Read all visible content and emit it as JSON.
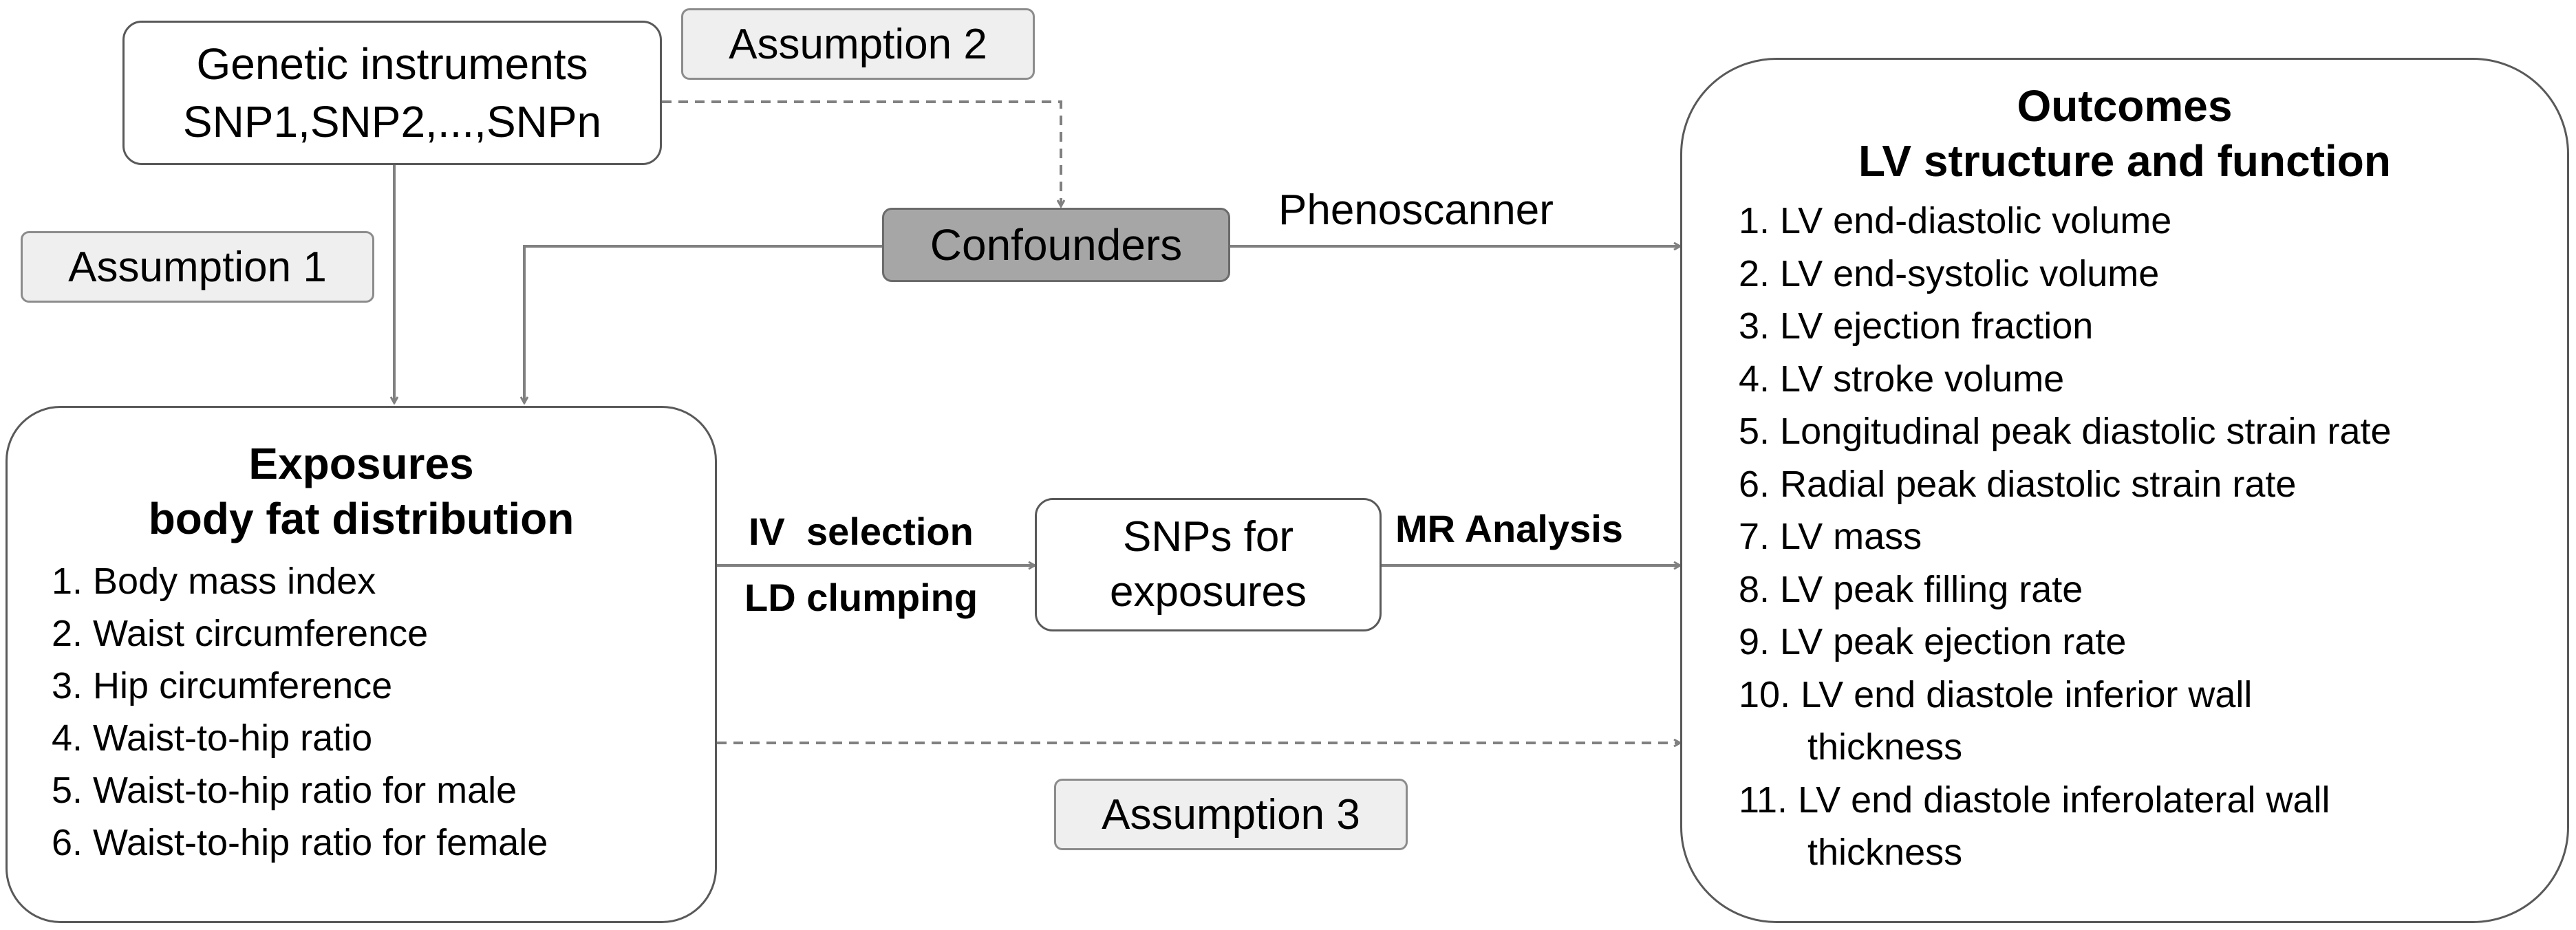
{
  "genetic_instruments": {
    "line1": "Genetic instruments",
    "line2": "SNP1,SNP2,...,SNPn"
  },
  "assumptions": {
    "a1": "Assumption 1",
    "a2": "Assumption 2",
    "a3": "Assumption 3"
  },
  "confounders": "Confounders",
  "phenoscanner": "Phenoscanner",
  "iv_selection": "IV  selection",
  "ld_clumping": "LD clumping",
  "snps_box": {
    "line1": "SNPs for",
    "line2": "exposures"
  },
  "mr_analysis": "MR Analysis",
  "exposures": {
    "title1": "Exposures",
    "title2": "body fat distribution",
    "items": [
      "1. Body mass index",
      "2. Waist circumference",
      "3. Hip circumference",
      "4. Waist-to-hip ratio",
      "5. Waist-to-hip ratio for male",
      "6. Waist-to-hip ratio for female"
    ]
  },
  "outcomes": {
    "title1": "Outcomes",
    "title2": "LV structure and function",
    "items": [
      "1. LV end-diastolic volume",
      "2. LV end-systolic volume",
      "3. LV ejection fraction",
      "4. LV stroke volume",
      "5. Longitudinal peak diastolic strain rate",
      "6. Radial peak diastolic strain rate",
      "7. LV mass",
      "8. LV peak filling rate",
      "9. LV peak ejection rate",
      "10. LV end diastole inferior wall",
      "thickness",
      "11. LV end diastole inferolateral wall",
      "thickness"
    ]
  },
  "colors": {
    "line": "#808080",
    "box_border": "#595959",
    "tag_fill": "#efefef",
    "confounder_fill": "#a6a6a6"
  }
}
